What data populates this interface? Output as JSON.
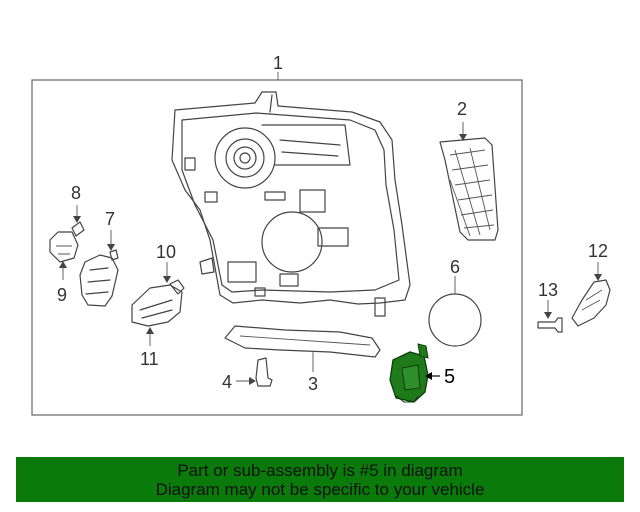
{
  "colors": {
    "banner_bg": "#0a7a0a",
    "highlight_part": "#1f7a1a",
    "line": "#444444"
  },
  "callouts": [
    "1",
    "2",
    "3",
    "4",
    "5",
    "6",
    "7",
    "8",
    "9",
    "10",
    "11",
    "12",
    "13"
  ],
  "highlighted_callout": "5",
  "banner": {
    "line1": "Part or sub-assembly is #5 in diagram",
    "line2": "Diagram may not be specific to your vehicle"
  }
}
